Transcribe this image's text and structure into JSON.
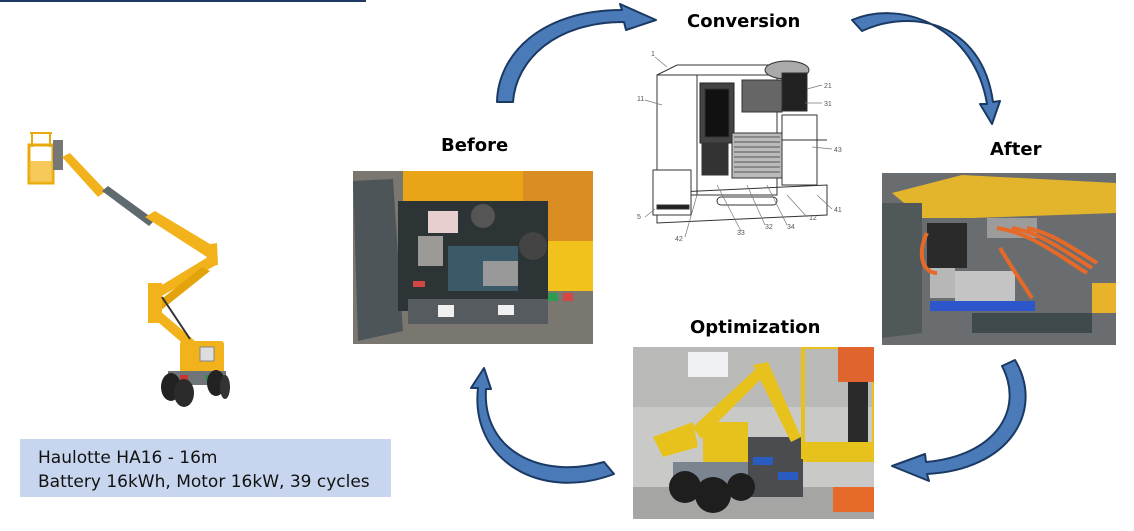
{
  "slide": {
    "accent_colors": {
      "arrow_fill": "#4a7ab8",
      "arrow_outline": "#1b3a63",
      "info_box_bg": "#c7d6ee",
      "top_rule": "#1f3864"
    }
  },
  "machine": {
    "image_alt": "Haulotte articulated boom lift (yellow)",
    "info_lines": [
      "Haulotte HA16 - 16m",
      "Battery 16kWh, Motor 16kW, 39 cycles"
    ]
  },
  "cycle": {
    "stages": [
      {
        "id": "conversion",
        "title": "Conversion",
        "image_alt": "Technical line drawing of electric conversion kit",
        "drawing_labels": [
          "1",
          "11",
          "21",
          "31",
          "43",
          "41",
          "12",
          "34",
          "32",
          "33",
          "42",
          "5"
        ]
      },
      {
        "id": "after",
        "title": "After",
        "image_alt": "Electric motor, controller and orange high-voltage cabling installed"
      },
      {
        "id": "optimization",
        "title": "Optimization",
        "image_alt": "Boom lift being tested in workshop"
      },
      {
        "id": "before",
        "title": "Before",
        "image_alt": "Original diesel engine compartment"
      }
    ],
    "arrows": [
      {
        "from": "before",
        "to": "conversion",
        "icon": "curved-arrow-icon"
      },
      {
        "from": "conversion",
        "to": "after",
        "icon": "curved-arrow-icon"
      },
      {
        "from": "after",
        "to": "optimization",
        "icon": "curved-arrow-icon"
      },
      {
        "from": "optimization",
        "to": "before",
        "icon": "curved-arrow-icon"
      }
    ]
  }
}
